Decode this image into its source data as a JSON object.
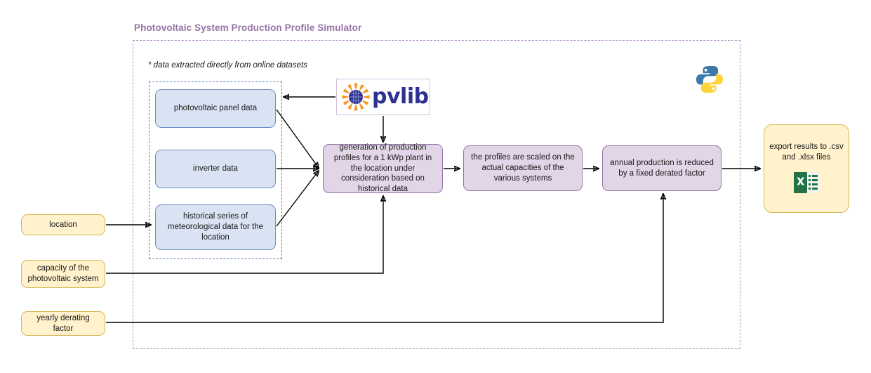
{
  "title": "Photovoltaic System Production Profile Simulator",
  "footnote": "* data extracted directly from online datasets",
  "colors": {
    "title": "#9673a6",
    "outer_border": "#b08fc0",
    "inner_border": "#5b7fb5",
    "blue_fill": "#dae3f3",
    "blue_border": "#6b8ec4",
    "purple_fill": "#e1d5e7",
    "purple_border": "#9673a6",
    "yellow_fill": "#fff2cc",
    "yellow_border": "#d6b656",
    "pvlib_blue": "#2e3192",
    "pvlib_orange": "#f7941e",
    "excel_green": "#217346",
    "python_blue": "#3c78a9",
    "python_yellow": "#ffd43b",
    "connector": "#000000"
  },
  "datasets": {
    "panel_data": "photovoltaic panel data",
    "inverter_data": "inverter data",
    "meteo_data": "historical series of meteorological data for the location"
  },
  "process": {
    "generation": "generation of production profiles for a 1 kWp plant in the location under consideration based on historical data",
    "scaling": "the profiles are scaled on the actual capacities of the various systems",
    "derating": "annual production is reduced by a fixed derated factor"
  },
  "inputs": {
    "location": "location",
    "capacity": "capacity of the photovoltaic system",
    "derating_factor": "yearly derating factor"
  },
  "output": {
    "export": "export results to .csv and .xlsx files",
    "icon": "excel-icon"
  },
  "logos": {
    "pvlib_wordmark": "pvlib",
    "pvlib_sun_icon": "pvlib-sun-icon",
    "python_icon": "python-logo-icon"
  }
}
